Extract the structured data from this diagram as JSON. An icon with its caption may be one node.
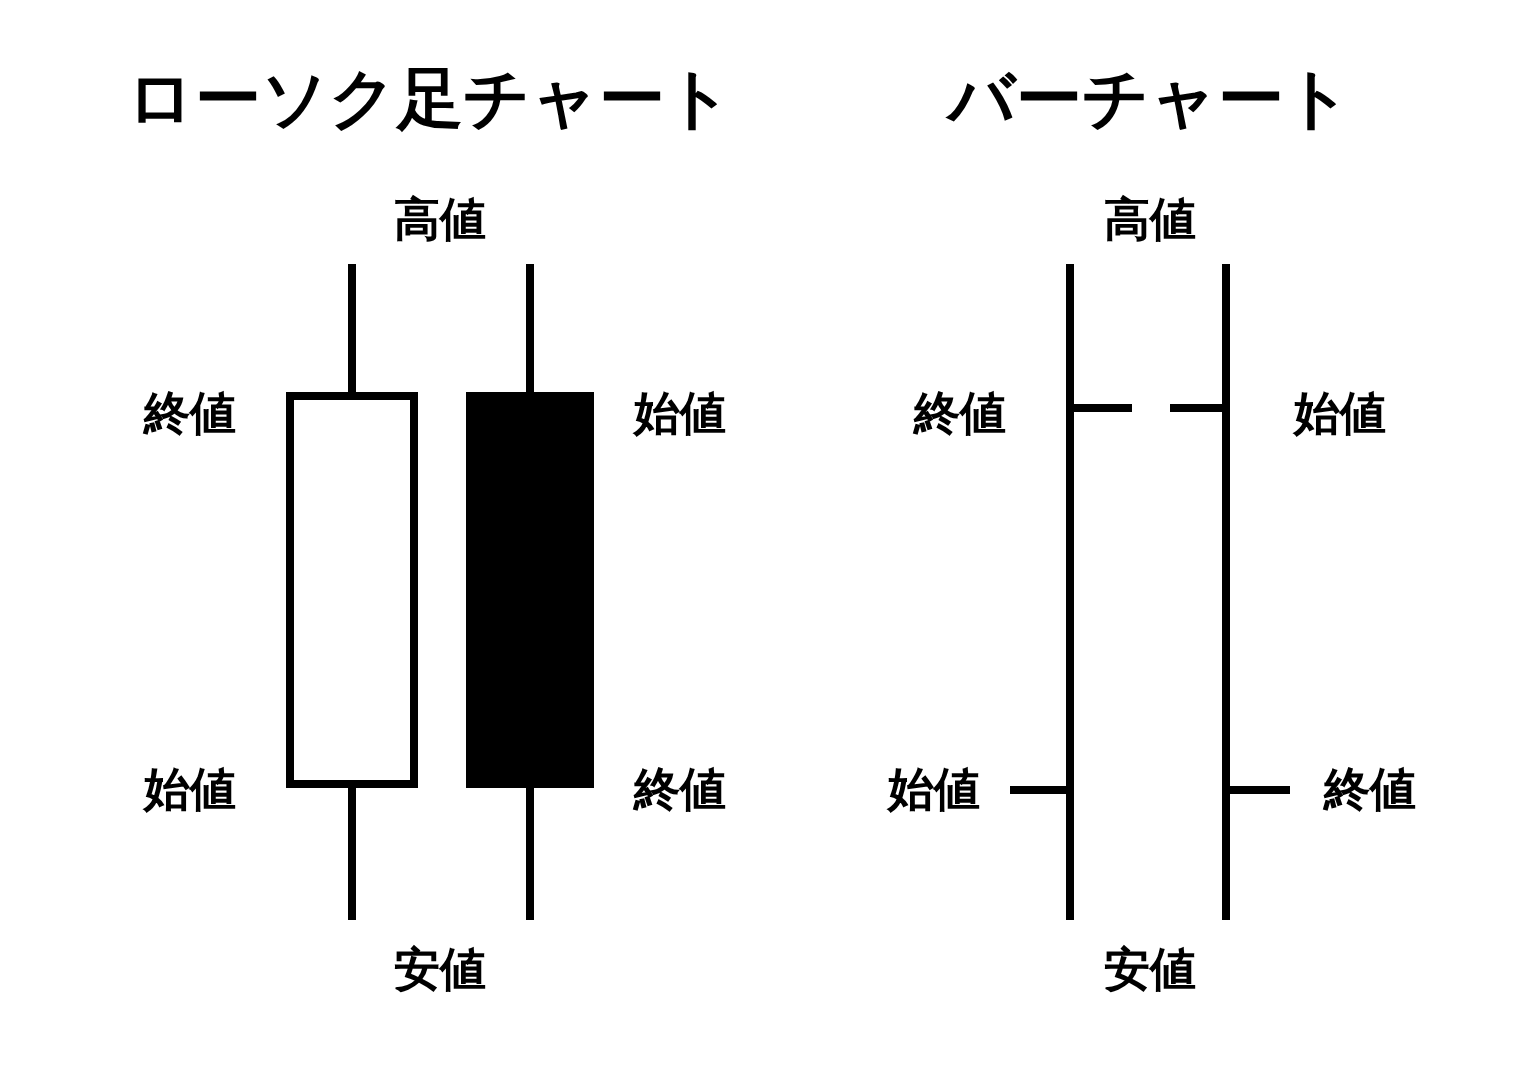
{
  "diagram": {
    "labels": [
      "ローソク足チャート",
      "バーチャート",
      "高値",
      "高値",
      "終値",
      "始値",
      "終値",
      "始値",
      "始値",
      "終値",
      "始値",
      "終値",
      "安値",
      "安値"
    ]
  }
}
